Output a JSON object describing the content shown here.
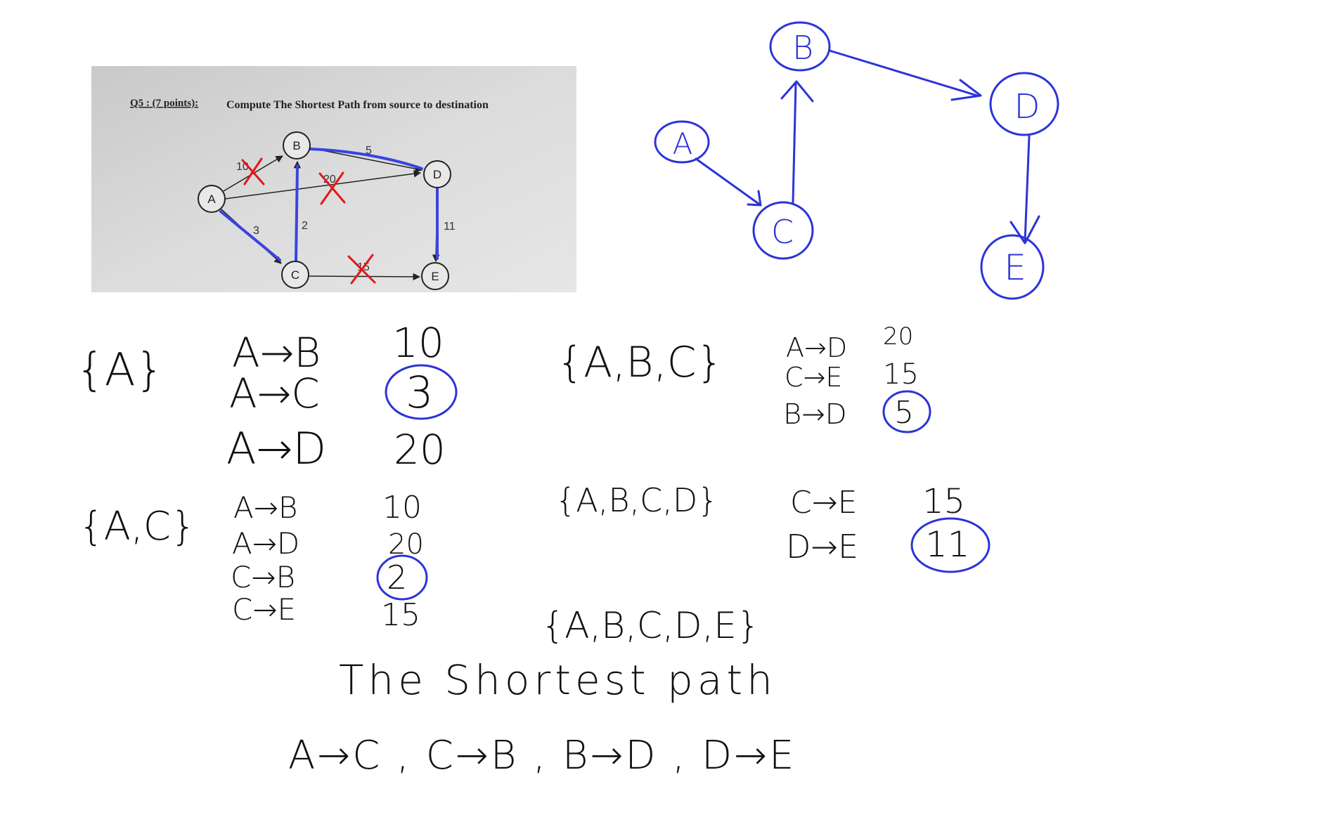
{
  "photo": {
    "question": "Q5 : (7 points):",
    "instruction": "Compute The Shortest Path  from source to destination",
    "nodes": [
      "A",
      "B",
      "C",
      "D",
      "E"
    ],
    "weights": {
      "ab": "10",
      "ad": "20",
      "ac": "3",
      "bd": "5",
      "cb": "2",
      "de": "11",
      "ce": "15"
    }
  },
  "drawn_graph": {
    "nodes": [
      "A",
      "B",
      "C",
      "D",
      "E"
    ]
  },
  "steps": [
    {
      "set": "{A}",
      "rows": [
        {
          "edge": "A→B",
          "cost": "10"
        },
        {
          "edge": "A→C",
          "cost": "3",
          "circled": true
        },
        {
          "edge": "A→D",
          "cost": "20"
        }
      ]
    },
    {
      "set": "{A,C}",
      "rows": [
        {
          "edge": "A→B",
          "cost": "10"
        },
        {
          "edge": "A→D",
          "cost": "20"
        },
        {
          "edge": "C→B",
          "cost": "2",
          "circled": true
        },
        {
          "edge": "C→E",
          "cost": "15"
        }
      ]
    },
    {
      "set": "{A,B,C}",
      "rows": [
        {
          "edge": "A→D",
          "cost": "20"
        },
        {
          "edge": "C→E",
          "cost": "15"
        },
        {
          "edge": "B→D",
          "cost": "5",
          "circled": true
        }
      ]
    },
    {
      "set": "{A,B,C,D}",
      "rows": [
        {
          "edge": "C→E",
          "cost": "15"
        },
        {
          "edge": "D→E",
          "cost": "11",
          "circled": true
        }
      ]
    },
    {
      "set": "{A,B,C,D,E}",
      "rows": []
    }
  ],
  "result": {
    "heading": "The Shortest path",
    "path": "A→C , C→B , B→D , D→E"
  },
  "colors": {
    "ink": "#111111",
    "pen": "#2b34d8",
    "mark": "#e01818",
    "paper": "#d8d8d8"
  }
}
